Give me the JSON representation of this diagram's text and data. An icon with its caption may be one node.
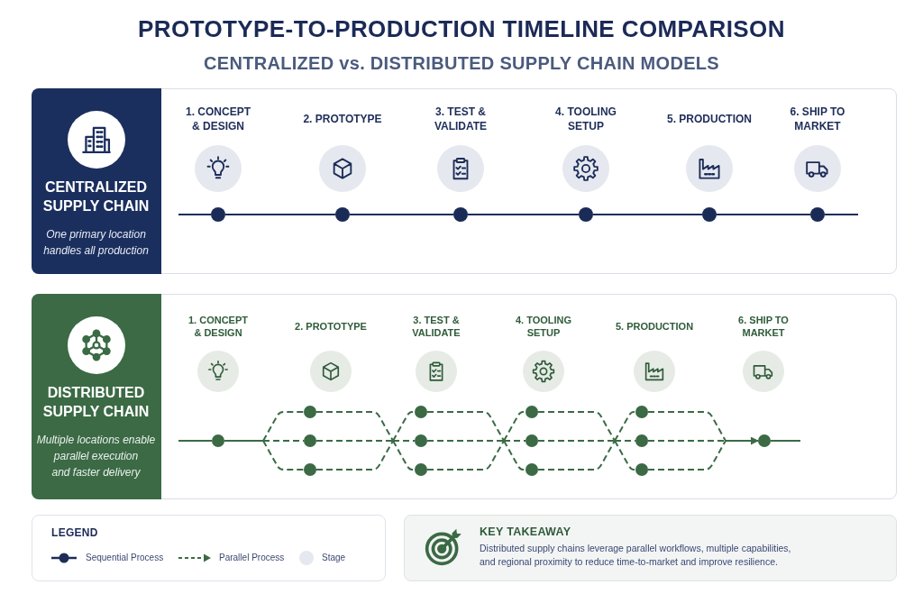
{
  "diagram": {
    "title": "PROTOTYPE-TO-PRODUCTION TIMELINE COMPARISON",
    "nodes": [
      {
        "text": [
          "CENTRALIZED SUPPLY CHAIN",
          "One primary location handles all production"
        ]
      },
      {
        "text": [
          "1. CONCEPT & DESIGN"
        ],
        "in": 0
      },
      {
        "text": [
          "2. PROTOTYPE"
        ],
        "in": 0
      },
      {
        "text": [
          "3. TEST & VALIDATE"
        ],
        "in": 0
      },
      {
        "text": [
          "4. TOOLING SETUP"
        ],
        "in": 0
      },
      {
        "text": [
          "5. PRODUCTION"
        ],
        "in": 0
      },
      {
        "text": [
          "6. SHIP TO MARKET"
        ],
        "in": 0
      },
      {
        "text": [],
        "shape": "circle",
        "in": 0
      },
      {
        "text": [],
        "shape": "circle",
        "in": 0
      },
      {
        "text": [],
        "shape": "circle",
        "in": 0
      },
      {
        "text": [],
        "shape": "circle",
        "in": 0
      },
      {
        "text": [],
        "shape": "circle",
        "in": 0
      },
      {
        "text": [],
        "shape": "circle",
        "in": 0
      },
      {
        "text": [
          "DISTRIBUTED SUPPLY CHAIN",
          "Multiple locations enable parallel execution and faster delivery"
        ]
      },
      {
        "text": [
          "1. CONCEPT & DESIGN"
        ],
        "in": 13
      },
      {
        "text": [
          "2. PROTOTYPE"
        ],
        "in": 13
      },
      {
        "text": [
          "3. TEST & VALIDATE"
        ],
        "in": 13
      },
      {
        "text": [
          "4. TOOLING SETUP"
        ],
        "in": 13
      },
      {
        "text": [
          "5. PRODUCTION"
        ],
        "in": 13
      },
      {
        "text": [
          "6. SHIP TO MARKET"
        ],
        "in": 13
      },
      {
        "text": [],
        "shape": "circle",
        "in": 13
      },
      {
        "text": [],
        "shape": "circle",
        "in": 13
      },
      {
        "text": [],
        "shape": "circle",
        "in": 13
      },
      {
        "text": [],
        "shape": "circle",
        "in": 13
      },
      {
        "text": [],
        "shape": "circle",
        "in": 13
      },
      {
        "text": [],
        "shape": "circle",
        "in": 13
      },
      {
        "text": [],
        "shape": "circle",
        "in": 13
      },
      {
        "text": [],
        "shape": "circle",
        "in": 13
      },
      {
        "text": [],
        "shape": "circle",
        "in": 13
      },
      {
        "text": [],
        "shape": "circle",
        "in": 13
      },
      {
        "text": [],
        "shape": "circle",
        "in": 13
      },
      {
        "text": [],
        "shape": "circle",
        "in": 13
      },
      {
        "text": [],
        "shape": "circle",
        "in": 13
      },
      {
        "text": [],
        "shape": "circle",
        "in": 13
      },
      {
        "text": [
          "KEY TAKEAWAY",
          "Distributed supply chains leverage parallel workflows, multiple capabilities, and regional proximity to reduce time-to-market and improve resilience."
        ]
      }
    ],
    "edges": [
      {
        "from": null,
        "to": 7,
        "arrow": "none",
        "color": "#1c2d5a"
      },
      {
        "from": 7,
        "to": 8,
        "arrow": "none",
        "color": "#1c2d5a"
      },
      {
        "from": 8,
        "to": 9,
        "arrow": "none",
        "color": "#1c2d5a"
      },
      {
        "from": 9,
        "to": 10,
        "arrow": "none",
        "color": "#1c2d5a"
      },
      {
        "from": 10,
        "to": 11,
        "arrow": "none",
        "color": "#1c2d5a"
      },
      {
        "from": 11,
        "to": 12,
        "arrow": "none",
        "color": "#1c2d5a"
      },
      {
        "from": 12,
        "to": null,
        "arrow": "none",
        "color": "#1c2d5a"
      },
      {
        "from": null,
        "to": 20,
        "arrow": "none"
      },
      {
        "from": 20,
        "to": 21,
        "arrow": "none",
        "style": "dashed"
      },
      {
        "from": 20,
        "to": 22,
        "arrow": "none",
        "style": "dashed"
      },
      {
        "from": 20,
        "to": 23,
        "arrow": "none",
        "style": "dashed"
      },
      {
        "from": 21,
        "to": 24,
        "arrow": "none",
        "style": "dashed"
      },
      {
        "from": 21,
        "to": 25,
        "arrow": "none",
        "style": "dashed"
      },
      {
        "from": 21,
        "to": 26,
        "arrow": "none",
        "style": "dashed"
      },
      {
        "from": 22,
        "to": 24,
        "arrow": "none",
        "style": "dashed"
      },
      {
        "from": 22,
        "to": 25,
        "arrow": "none",
        "style": "dashed"
      },
      {
        "from": 22,
        "to": 26,
        "arrow": "none",
        "style": "dashed"
      },
      {
        "from": 23,
        "to": 24,
        "arrow": "none",
        "style": "dashed"
      },
      {
        "from": 23,
        "to": 25,
        "arrow": "none",
        "style": "dashed"
      },
      {
        "from": 23,
        "to": 26,
        "arrow": "none",
        "style": "dashed"
      },
      {
        "from": 24,
        "to": 27,
        "arrow": "none",
        "style": "dashed"
      },
      {
        "from": 24,
        "to": 28,
        "arrow": "none",
        "style": "dashed"
      },
      {
        "from": 24,
        "to": 29,
        "arrow": "none",
        "style": "dashed"
      },
      {
        "from": 25,
        "to": 27,
        "arrow": "none",
        "style": "dashed"
      },
      {
        "from": 25,
        "to": 28,
        "arrow": "none",
        "style": "dashed"
      },
      {
        "from": 25,
        "to": 29,
        "arrow": "none",
        "style": "dashed"
      },
      {
        "from": 26,
        "to": 27,
        "arrow": "none",
        "style": "dashed"
      },
      {
        "from": 26,
        "to": 28,
        "arrow": "none",
        "style": "dashed"
      },
      {
        "from": 26,
        "to": 29,
        "arrow": "none",
        "style": "dashed"
      },
      {
        "from": 27,
        "to": 30,
        "arrow": "none",
        "style": "dashed"
      },
      {
        "from": 27,
        "to": 31,
        "arrow": "none",
        "style": "dashed"
      },
      {
        "from": 27,
        "to": 32,
        "arrow": "none",
        "style": "dashed"
      },
      {
        "from": 28,
        "to": 30,
        "arrow": "none",
        "style": "dashed"
      },
      {
        "from": 28,
        "to": 31,
        "arrow": "none",
        "style": "dashed"
      },
      {
        "from": 28,
        "to": 32,
        "arrow": "none",
        "style": "dashed"
      },
      {
        "from": 29,
        "to": 30,
        "arrow": "none",
        "style": "dashed"
      },
      {
        "from": 29,
        "to": 31,
        "arrow": "none",
        "style": "dashed"
      },
      {
        "from": 29,
        "to": 32,
        "arrow": "none",
        "style": "dashed"
      },
      {
        "from": 30,
        "to": 33,
        "arrow": "to",
        "style": "dashed"
      },
      {
        "from": 31,
        "to": 33,
        "arrow": "to",
        "style": "dashed"
      },
      {
        "from": 32,
        "to": 33,
        "arrow": "to",
        "style": "dashed"
      },
      {
        "from": 33,
        "to": null,
        "arrow": "none"
      }
    ],
    "labels": [
      "CENTRALIZED vs. DISTRIBUTED SUPPLY CHAIN MODELS",
      "LEGEND"
    ],
    "legend": [
      {
        "text": "Sequential Process"
      },
      {
        "text": "Parallel Process"
      },
      {
        "text": "Stage",
        "color": "#e5e8ef"
      }
    ]
  }
}
